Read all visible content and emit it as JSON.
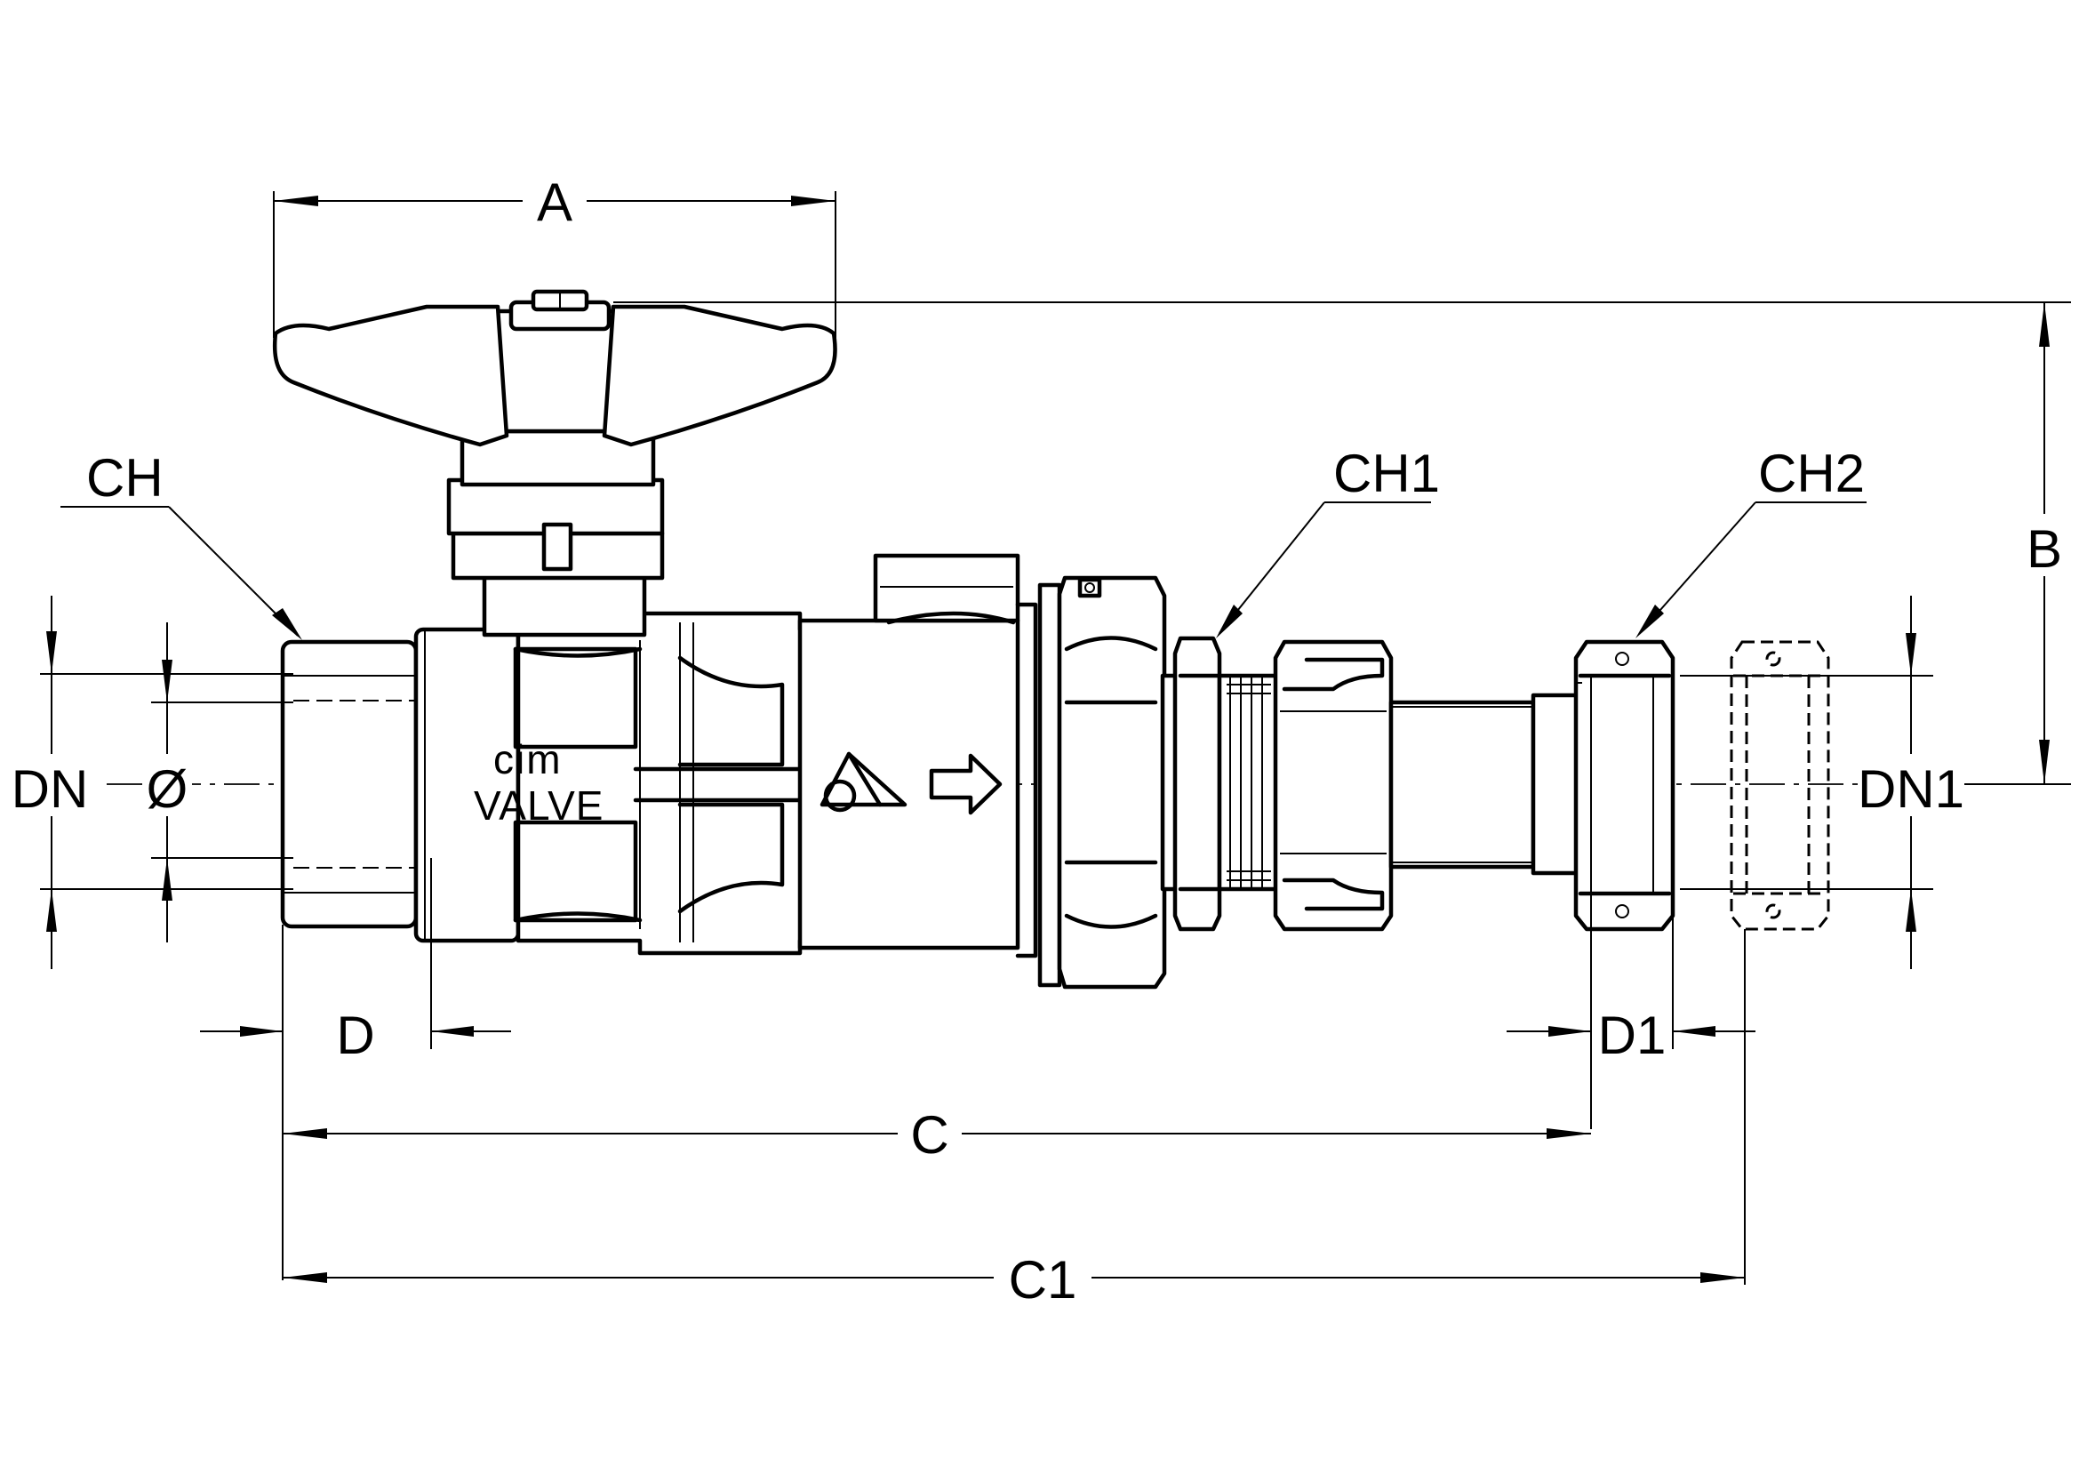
{
  "diagram": {
    "dimension_labels": {
      "A": "A",
      "B": "B",
      "C": "C",
      "C1": "C1",
      "D": "D",
      "D1": "D1",
      "DN": "DN",
      "DN1": "DN1",
      "diameter": "Ø",
      "CH": "CH",
      "CH1": "CH1",
      "CH2": "CH2"
    },
    "body_marking": {
      "line1": "cim",
      "line2": "VALVE"
    }
  }
}
